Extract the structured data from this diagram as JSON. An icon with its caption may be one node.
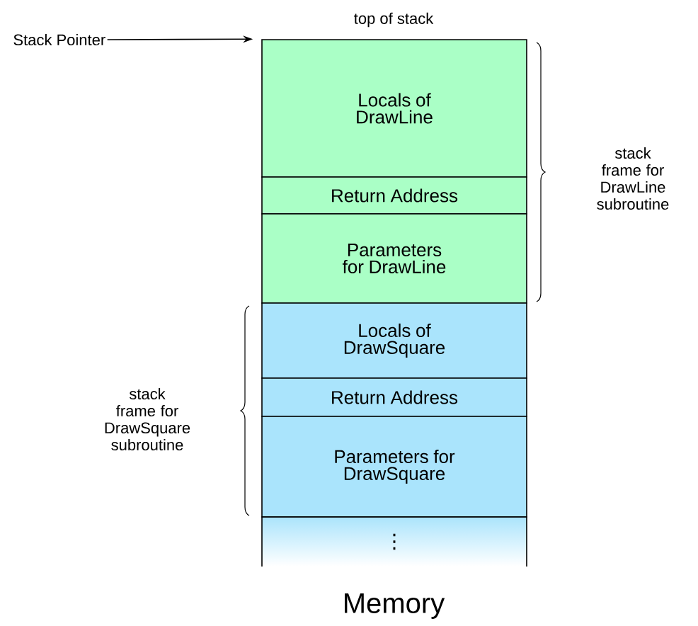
{
  "diagram": {
    "caption": "Memory",
    "nodes": [
      {
        "text": [
          "Stack Pointer"
        ]
      },
      {
        "text": [
          "Locals of DrawLine"
        ]
      },
      {
        "text": [
          "Return Address"
        ]
      },
      {
        "text": [
          "Parameters for DrawLine"
        ]
      },
      {
        "text": [
          "Locals of DrawSquare"
        ]
      },
      {
        "text": [
          "Return Address"
        ]
      },
      {
        "text": [
          "Parameters for DrawSquare"
        ]
      },
      {
        "text": [
          "⋮"
        ]
      }
    ],
    "edges": [
      {
        "from": 0,
        "to": 1,
        "arrow": "to"
      }
    ],
    "labels": [
      "top of stack",
      "stack frame for DrawLine subroutine",
      "stack frame for DrawSquare subroutine"
    ]
  }
}
